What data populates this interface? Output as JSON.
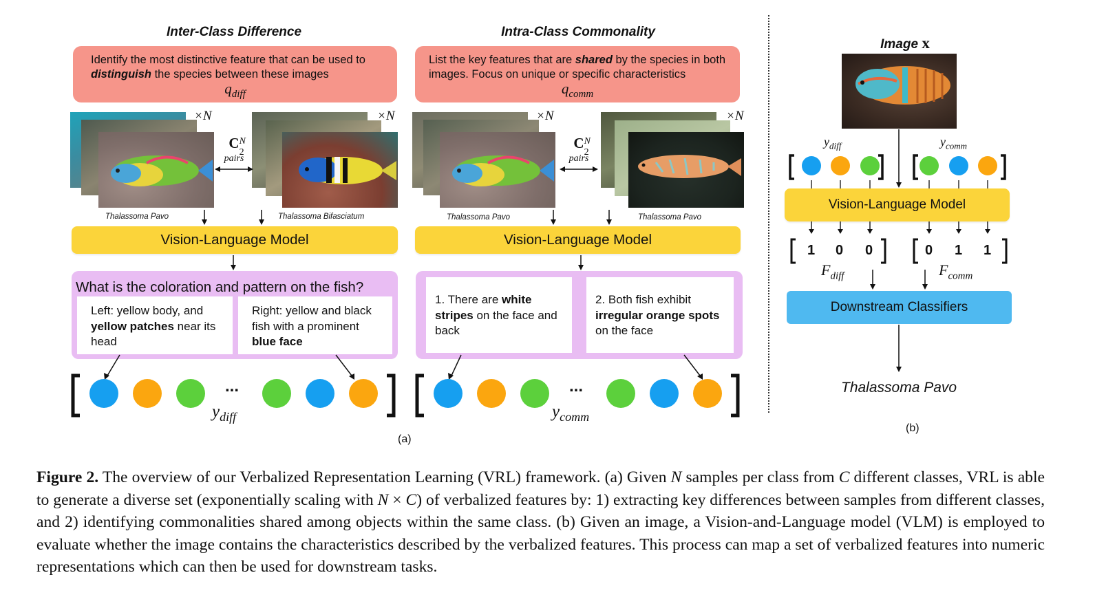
{
  "panel_a": {
    "inter": {
      "title": "Inter-Class Difference",
      "prompt_pre": "Identify the most distinctive feature that can be used to ",
      "prompt_em": "distinguish",
      "prompt_post": " the species between these images",
      "q_symbol": "q",
      "q_sub": "diff",
      "left_times": "×N",
      "right_times": "×N",
      "pairs_c": "C",
      "pairs_sup": "N",
      "pairs_sub": "2",
      "pairs_word": "pairs",
      "left_species": "Thalassoma Pavo",
      "right_species": "Thalassoma Bifasciatum",
      "vlm": "Vision-Language Model",
      "question": "What is the coloration and pattern on the fish?",
      "answer_left_1": "Left: yellow body, and ",
      "answer_left_b": "yellow patches",
      "answer_left_2": " near its head",
      "answer_right_1": "Right: yellow and black fish with a prominent ",
      "answer_right_b": "blue face",
      "ellipsis": "...",
      "y_symbol": "y",
      "y_sub": "diff"
    },
    "intra": {
      "title": "Intra-Class Commonality",
      "prompt_pre": "List the key features that are ",
      "prompt_em": "shared",
      "prompt_post": " by the species in both images. Focus on unique or specific characteristics",
      "q_symbol": "q",
      "q_sub": "comm",
      "left_times": "×N",
      "right_times": "×N",
      "pairs_c": "C",
      "pairs_sup": "N",
      "pairs_sub": "2",
      "pairs_word": "pairs",
      "left_species": "Thalassoma Pavo",
      "right_species": "Thalassoma Pavo",
      "vlm": "Vision-Language Model",
      "answer_left_1": "1. There are ",
      "answer_left_b": "white stripes",
      "answer_left_2": " on the face and back",
      "answer_right_1": "2. Both fish exhibit ",
      "answer_right_b": "irregular orange spots",
      "answer_right_2": " on the face",
      "ellipsis": "...",
      "y_symbol": "y",
      "y_sub": "comm"
    },
    "label": "(a)"
  },
  "panel_b": {
    "image_title": "Image ",
    "image_symbol": "x",
    "y_diff": "y",
    "y_diff_sub": "diff",
    "y_comm": "y",
    "y_comm_sub": "comm",
    "vlm": "Vision-Language Model",
    "f_diff_values": [
      "1",
      "0",
      "0"
    ],
    "f_comm_values": [
      "0",
      "1",
      "1"
    ],
    "f_diff": "F",
    "f_diff_sub": "diff",
    "f_comm": "F",
    "f_comm_sub": "comm",
    "classifiers": "Downstream Classifiers",
    "result": "Thalassoma Pavo",
    "label": "(b)"
  },
  "caption": {
    "label": "Figure 2.",
    "part1": " The overview of our Verbalized Representation Learning (VRL) framework. (a) Given ",
    "n1": "N",
    "part2": " samples per class from ",
    "c1": "C",
    "part3": " different classes, VRL is able to generate a diverse set (exponentially scaling with ",
    "n2": "N",
    "times": " × ",
    "c2": "C",
    "part4": ") of verbalized features by: 1) extracting key differences between samples from different classes, and 2) identifying commonalities shared among objects within the same class. (b) Given an image, a Vision-and-Language model (VLM) is employed to evaluate whether the image contains the characteristics described by the verbalized features. This process can map a set of verbalized features into numeric representations which can then be used for downstream tasks."
  },
  "colors": {
    "blue": "#169ff0",
    "orange": "#fba60f",
    "green": "#5cd03c",
    "prompt": "#f6958a",
    "vlm": "#fbd43a",
    "answers": "#e9bdf3",
    "classifier": "#4fb9f0"
  }
}
